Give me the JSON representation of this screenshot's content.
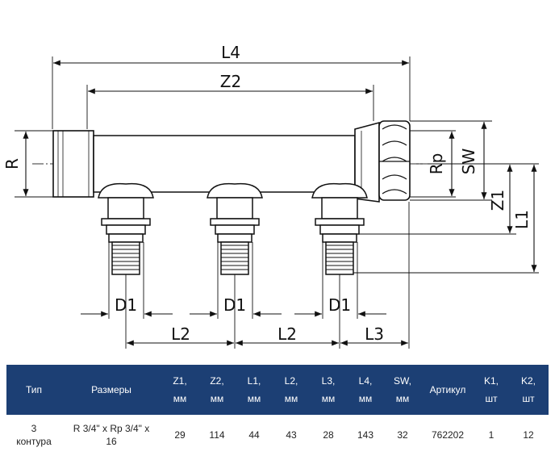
{
  "drawing": {
    "labels": {
      "L4": "L4",
      "Z2": "Z2",
      "R": "R",
      "Rp": "Rp",
      "SW": "SW",
      "Z1": "Z1",
      "L1": "L1",
      "D1": "D1",
      "L2": "L2",
      "L3": "L3"
    }
  },
  "table": {
    "headers": [
      {
        "line1": "Тип",
        "line2": ""
      },
      {
        "line1": "Размеры",
        "line2": ""
      },
      {
        "line1": "Z1,",
        "line2": "мм"
      },
      {
        "line1": "Z2,",
        "line2": "мм"
      },
      {
        "line1": "L1,",
        "line2": "мм"
      },
      {
        "line1": "L2,",
        "line2": "мм"
      },
      {
        "line1": "L3,",
        "line2": "мм"
      },
      {
        "line1": "L4,",
        "line2": "мм"
      },
      {
        "line1": "SW,",
        "line2": "мм"
      },
      {
        "line1": "Артикул",
        "line2": ""
      },
      {
        "line1": "K1,",
        "line2": "шт"
      },
      {
        "line1": "K2,",
        "line2": "шт"
      }
    ],
    "row": {
      "type_line1": "3",
      "type_line2": "контура",
      "size_line1": "R 3/4\" x Rp 3/4\" x",
      "size_line2": "16",
      "z1": "29",
      "z2": "114",
      "l1": "44",
      "l2": "43",
      "l3": "28",
      "l4": "143",
      "sw": "32",
      "article": "762202",
      "k1": "1",
      "k2": "12"
    },
    "header_bg": "#1c3f74"
  }
}
